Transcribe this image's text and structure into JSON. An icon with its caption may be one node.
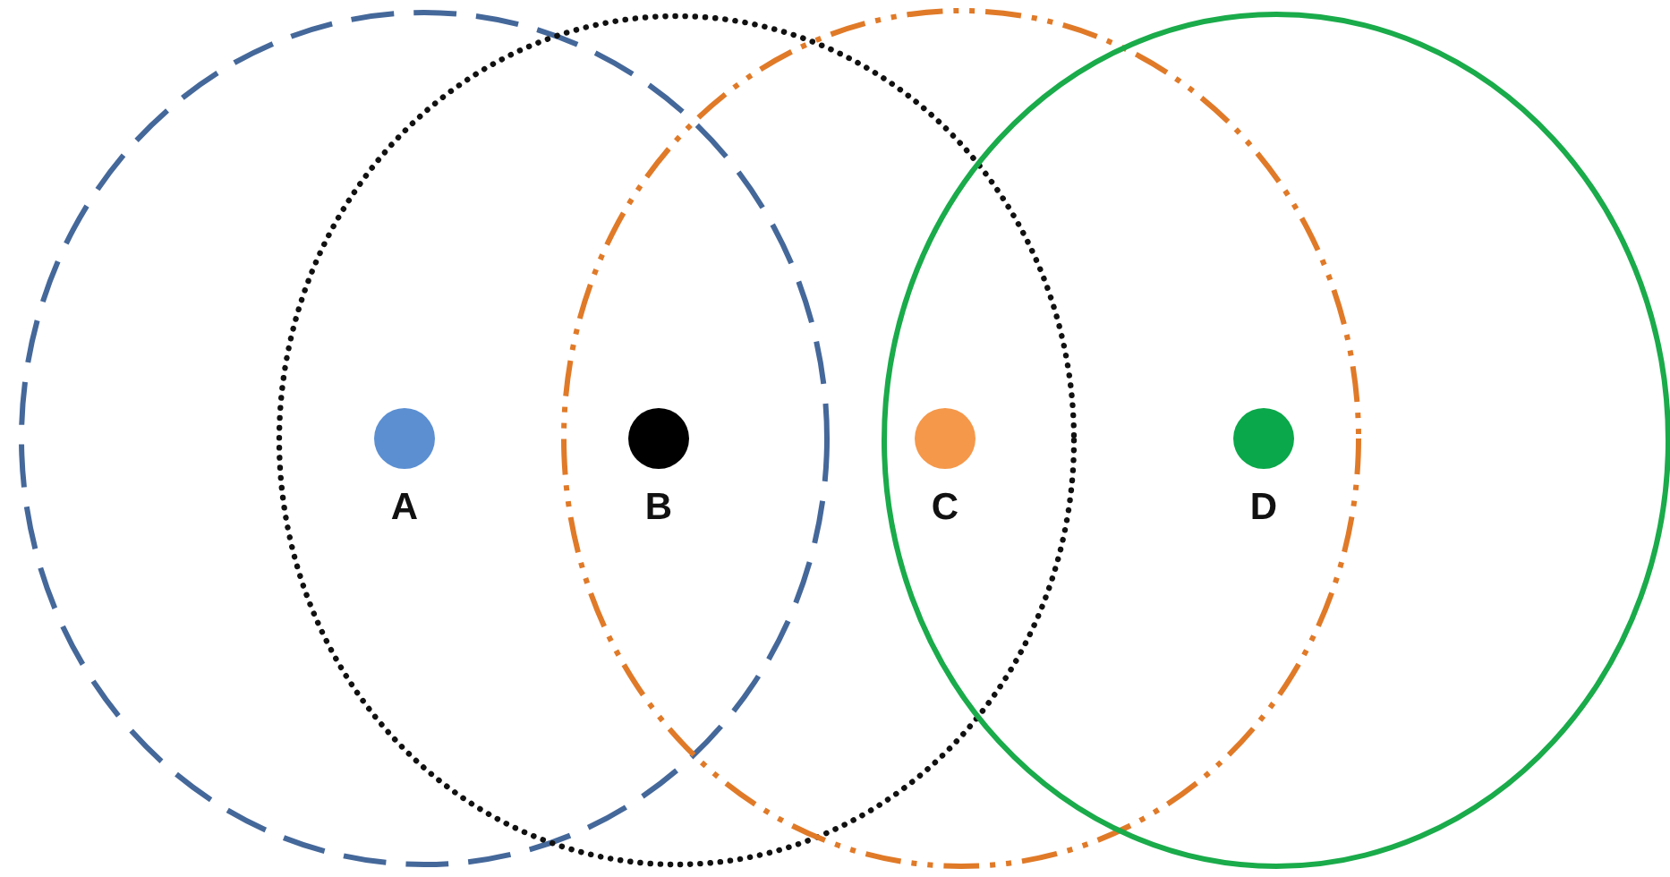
{
  "diagram": {
    "nodes": [
      {
        "text": [],
        "shape": "circle"
      },
      {
        "text": [],
        "shape": "circle"
      },
      {
        "text": [],
        "shape": "circle"
      },
      {
        "text": [],
        "shape": "circle"
      },
      {
        "text": [
          "A"
        ]
      },
      {
        "text": [
          "B"
        ]
      },
      {
        "text": [
          "C"
        ]
      },
      {
        "text": [
          "D"
        ]
      }
    ]
  }
}
